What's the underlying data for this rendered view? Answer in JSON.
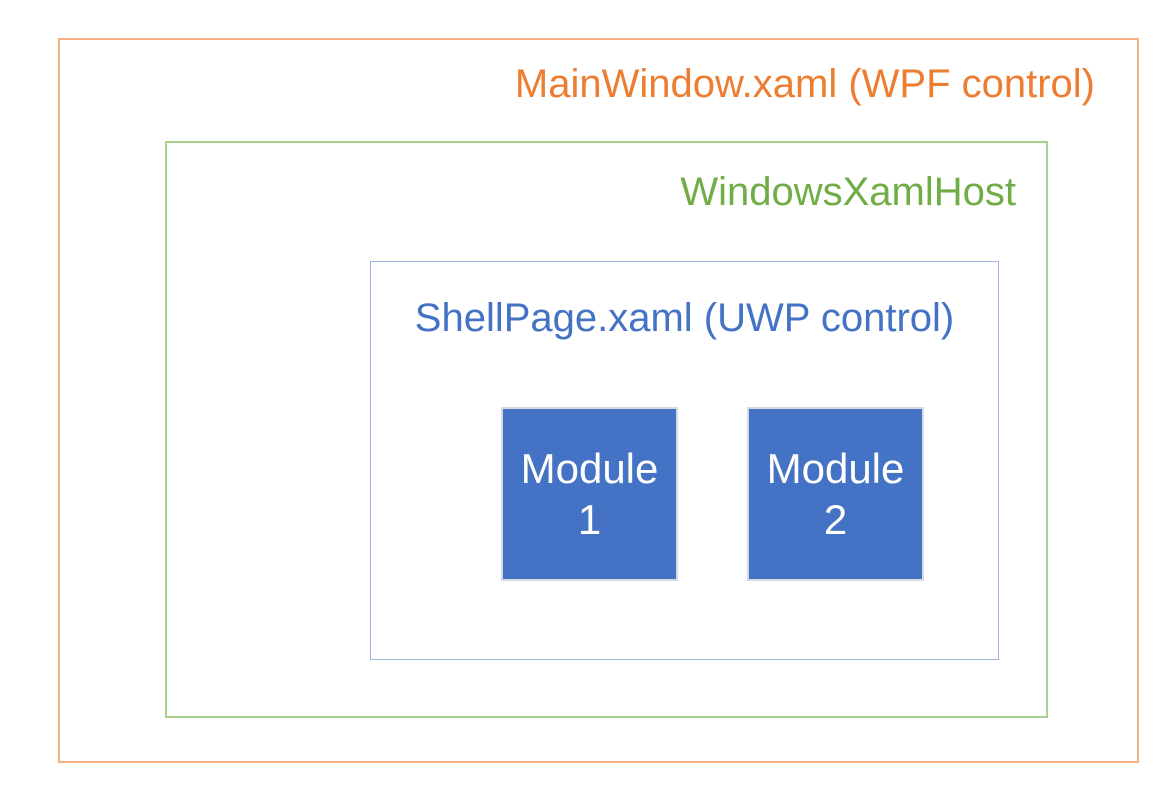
{
  "diagram": {
    "outer": {
      "label": "MainWindow.xaml (WPF control)",
      "text_color": "#ED7D31",
      "border_color": "#F4B183"
    },
    "middle": {
      "label": "WindowsXamlHost",
      "text_color": "#70AD47",
      "border_color": "#A9D18E"
    },
    "inner": {
      "label": "ShellPage.xaml (UWP control)",
      "text_color": "#4472C4",
      "border_color": "#9FB6DF"
    },
    "modules": {
      "fill_color": "#4472C4",
      "border_color": "#D5DAE4",
      "text_color": "#FFFFFF",
      "items": [
        {
          "line1": "Module",
          "line2": "1"
        },
        {
          "line1": "Module",
          "line2": "2"
        }
      ]
    }
  }
}
